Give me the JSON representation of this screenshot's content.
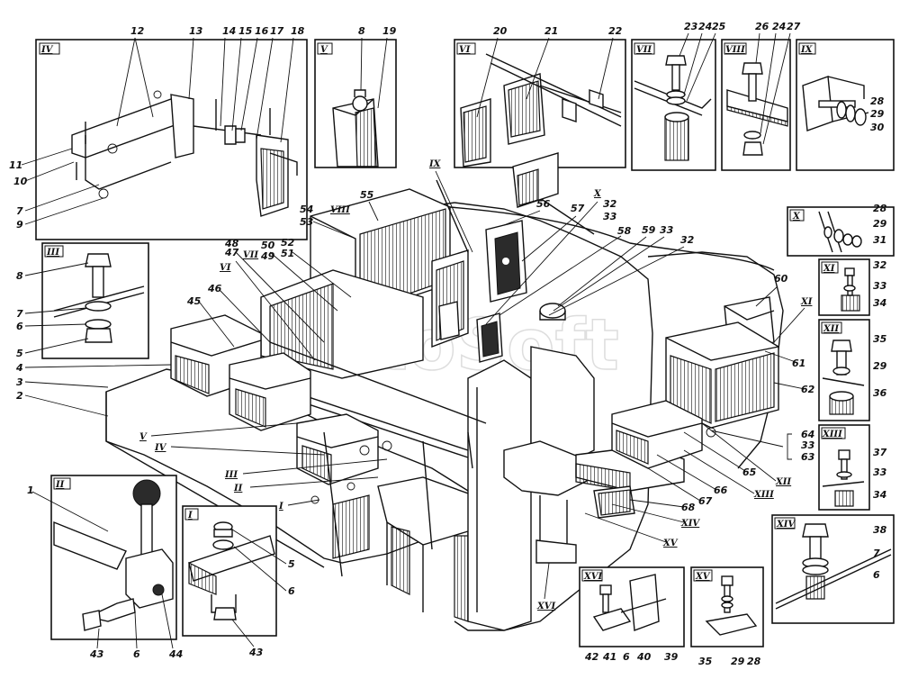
{
  "watermark": "AutoSoft",
  "insets": [
    {
      "id": "IV",
      "numerals": [
        "12",
        "13",
        "14",
        "15",
        "16",
        "17",
        "18",
        "11",
        "10",
        "7",
        "9"
      ]
    },
    {
      "id": "V",
      "numerals": [
        "8",
        "19"
      ]
    },
    {
      "id": "VI",
      "numerals": [
        "20",
        "21",
        "22"
      ]
    },
    {
      "id": "VII",
      "numerals": [
        "23",
        "24",
        "25"
      ]
    },
    {
      "id": "VIII",
      "numerals": [
        "26",
        "24",
        "27"
      ]
    },
    {
      "id": "IX",
      "numerals": [
        "28",
        "29",
        "30"
      ]
    },
    {
      "id": "X",
      "numerals": [
        "28",
        "29",
        "31"
      ]
    },
    {
      "id": "XI",
      "numerals": [
        "32",
        "33",
        "34"
      ]
    },
    {
      "id": "XII",
      "numerals": [
        "35",
        "29",
        "36"
      ]
    },
    {
      "id": "XIII",
      "numerals": [
        "37",
        "33",
        "34"
      ]
    },
    {
      "id": "XIV",
      "numerals": [
        "38",
        "7",
        "6"
      ]
    },
    {
      "id": "XV",
      "numerals": [
        "35",
        "29",
        "28"
      ]
    },
    {
      "id": "XVI",
      "numerals": [
        "42",
        "41",
        "6",
        "40",
        "39"
      ]
    },
    {
      "id": "III",
      "numerals": [
        "8",
        "7",
        "6",
        "5"
      ]
    },
    {
      "id": "II",
      "numerals": [
        "1",
        "43",
        "6",
        "44"
      ]
    },
    {
      "id": "I",
      "numerals": [
        "5",
        "6",
        "43"
      ]
    }
  ],
  "main_labels": {
    "left": [
      "4",
      "3",
      "2",
      "45",
      "46",
      "47",
      "48",
      "54",
      "53",
      "55",
      "50",
      "49",
      "52",
      "51"
    ],
    "center": [
      "56",
      "57",
      "32",
      "33",
      "58",
      "59",
      "33",
      "32"
    ],
    "right": [
      "60",
      "61",
      "62",
      "64",
      "33",
      "63",
      "65",
      "66",
      "67",
      "68"
    ],
    "roman_callouts": [
      "VIII",
      "VII",
      "VI",
      "IX",
      "X",
      "XI",
      "XII",
      "XIII",
      "XIV",
      "XV",
      "XVI",
      "V",
      "IV",
      "III",
      "II",
      "I"
    ]
  }
}
